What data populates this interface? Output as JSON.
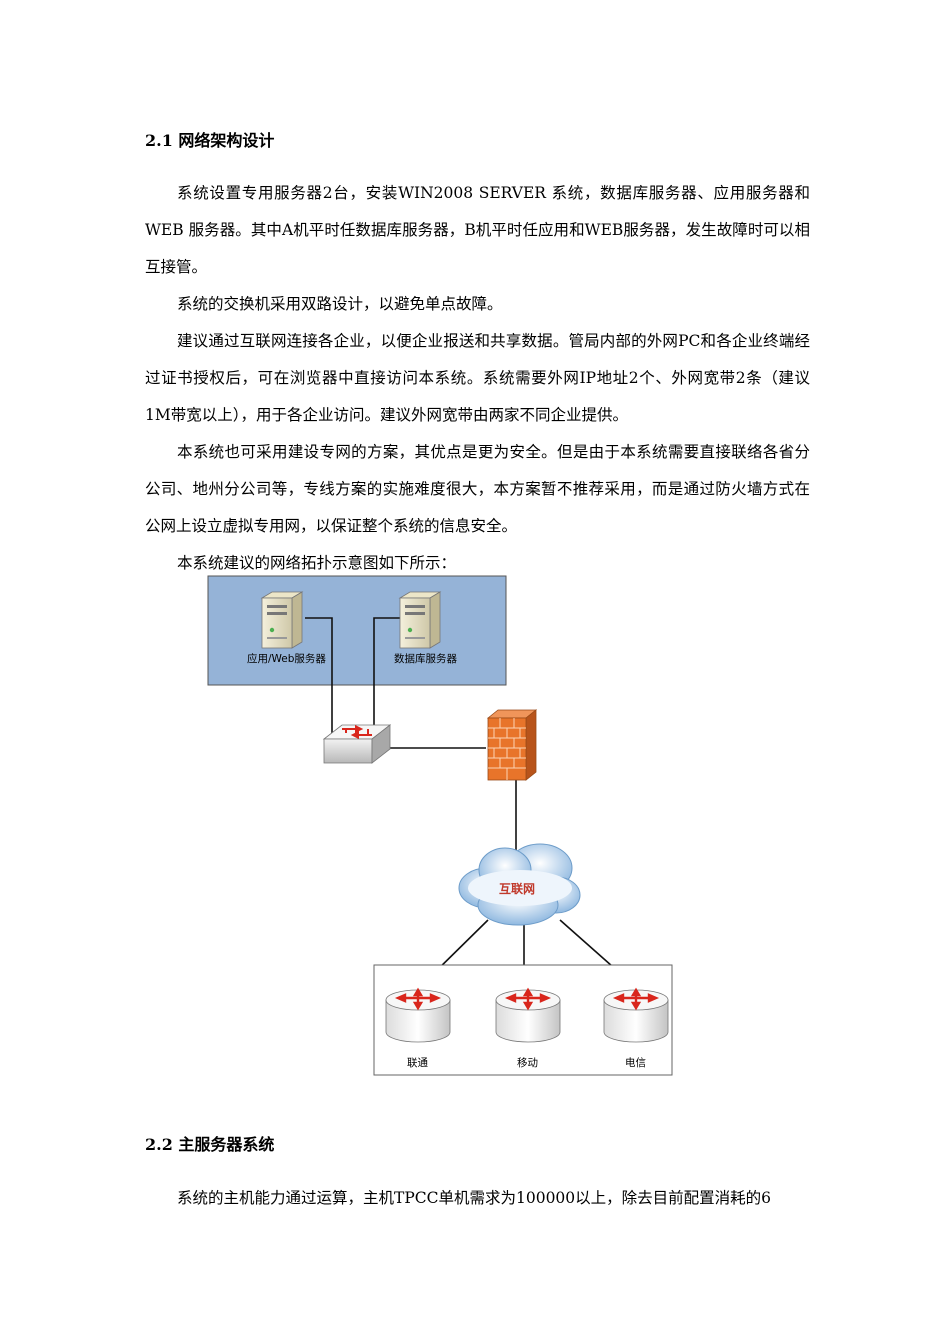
{
  "section1": {
    "heading": "2.1 网络架构设计",
    "paragraphs": [
      "系统设置专用服务器2台，安装WIN2008 SERVER 系统，数据库服务器、应用服务器和WEB 服务器。其中A机平时任数据库服务器，B机平时任应用和WEB服务器，发生故障时可以相互接管。",
      "系统的交换机采用双路设计，以避免单点故障。",
      "建议通过互联网连接各企业，以便企业报送和共享数据。管局内部的外网PC和各企业终端经过证书授权后，可在浏览器中直接访问本系统。系统需要外网IP地址2个、外网宽带2条（建议1M带宽以上），用于各企业访问。建议外网宽带由两家不同企业提供。",
      "本系统也可采用建设专网的方案，其优点是更为安全。但是由于本系统需要直接联络各省分公司、地州分公司等，专线方案的实施难度很大，本方案暂不推荐采用，而是通过防火墙方式在公网上设立虚拟专用网，以保证整个系统的信息安全。",
      "本系统建议的网络拓扑示意图如下所示："
    ]
  },
  "diagram": {
    "server_a_label": "应用/Web服务器",
    "server_b_label": "数据库服务器",
    "cloud_label": "互联网",
    "isp_labels": [
      "联通",
      "移动",
      "电信"
    ],
    "colors": {
      "server_zone": "#95b3d7",
      "firewall": "#e8742a",
      "router_arrow": "#d9261c",
      "cloud_text": "#c0392b"
    },
    "icons": [
      "server-icon",
      "switch-icon",
      "firewall-icon",
      "cloud-icon",
      "router-icon"
    ]
  },
  "section2": {
    "heading": "2.2 主服务器系统",
    "paragraphs": [
      "系统的主机能力通过运算，主机TPCC单机需求为100000以上，除去目前配置消耗的6"
    ]
  }
}
